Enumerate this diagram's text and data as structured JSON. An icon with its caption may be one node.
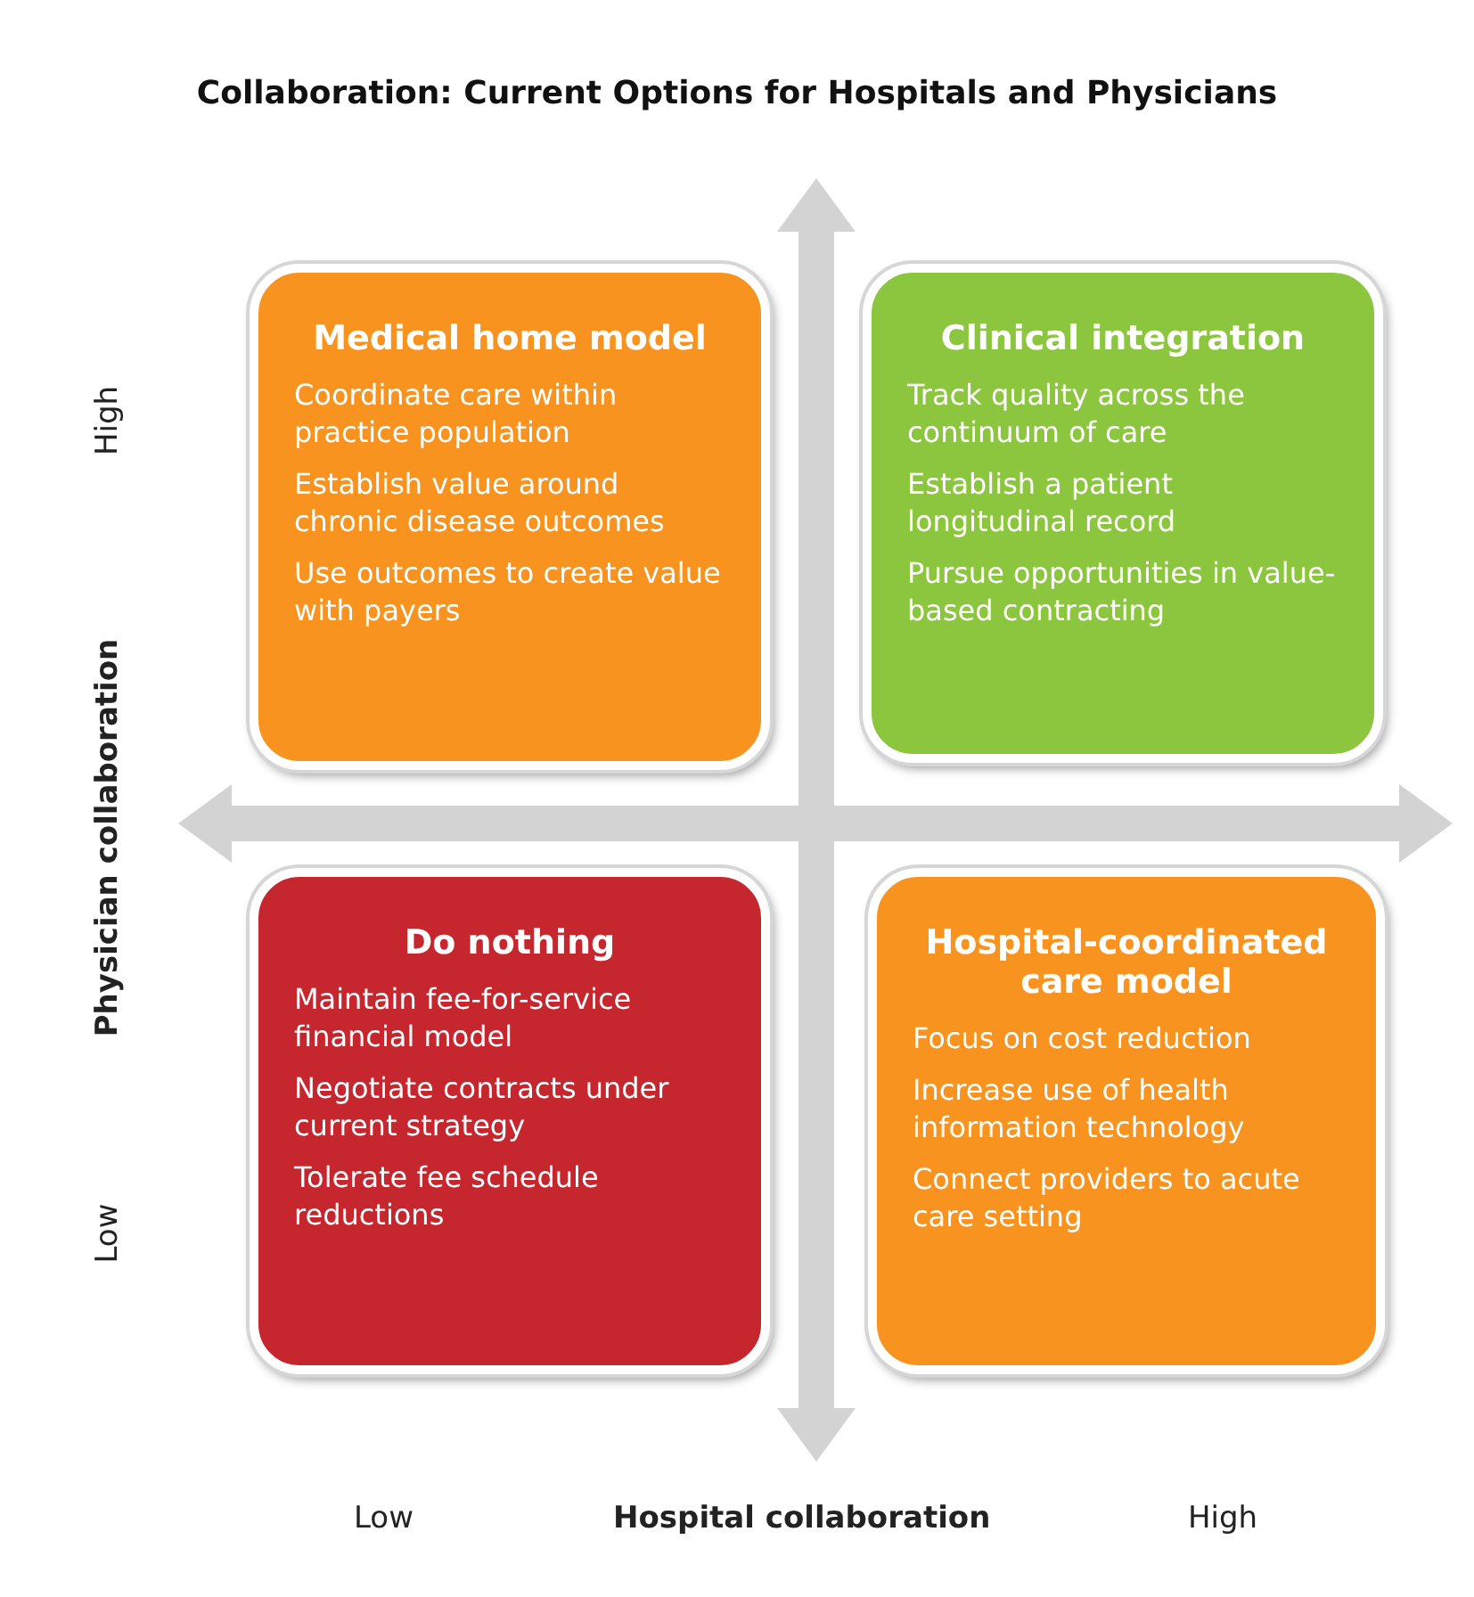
{
  "diagram": {
    "title": "Collaboration: Current Options for Hospitals and Physicians",
    "nodes": [
      {
        "text": [
          "Medical home model",
          "Coordinate care within practice population",
          "Establish value around chronic disease outcomes",
          "Use outcomes to create value with payers"
        ]
      },
      {
        "text": [
          "Clinical integration",
          "Track quality across the continuum of care",
          "Establish a patient longitudinal record",
          "Pursue opportunities in value-based contracting"
        ]
      },
      {
        "text": [
          "Do nothing",
          "Maintain fee-for-service financial model",
          "Negotiate contracts under current strategy",
          "Tolerate fee schedule reductions"
        ]
      },
      {
        "text": [
          "Hospital-coordinated care model",
          "Focus on cost reduction",
          "Increase use of health information technology",
          "Connect providers to acute care setting"
        ]
      }
    ],
    "labels": [
      "High",
      "Physician collaboration",
      "Low",
      "Low",
      "Hospital collaboration",
      "High"
    ]
  }
}
